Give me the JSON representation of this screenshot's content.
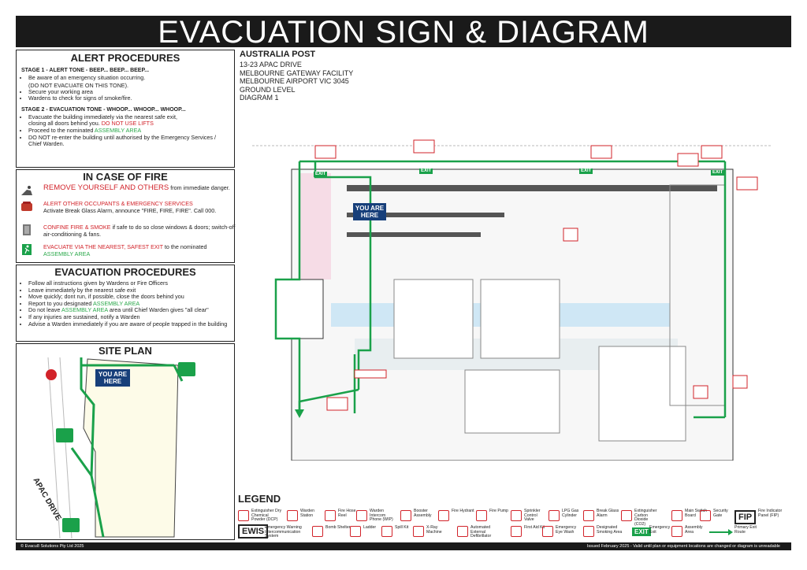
{
  "title": "EVACUATION SIGN & DIAGRAM",
  "alert": {
    "heading": "ALERT PROCEDURES",
    "stage1": "STAGE 1 - ALERT TONE  - BEEP... BEEP... BEEP...",
    "s1_items": [
      "Be aware of an emergency situation occurring.",
      "(DO NOT EVACUATE ON THIS TONE).",
      "Secure your working area",
      "Wardens to check for signs of smoke/fire."
    ],
    "stage2": "STAGE 2 -  EVACUATION TONE - WHOOP... WHOOP... WHOOP...",
    "s2_item1": "Evacuate the building immediately via the nearest safe exit,",
    "s2_item1b": "closing all doors behind you.",
    "s2_lifts": "DO NOT USE LIFTS",
    "s2_item2": "Proceed to the nominated",
    "s2_assembly": "ASSEMBLY AREA",
    "s2_item3": "DO NOT re-enter the building until authorised by the Emergency Services / Chief Warden."
  },
  "fire": {
    "heading": "IN CASE OF FIRE",
    "r1_red": "REMOVE YOURSELF AND OTHERS",
    "r1_rest": "from immediate danger.",
    "a_red": "ALERT OTHER OCCUPANTS & EMERGENCY SERVICES",
    "a_rest": "Activate Break Glass Alarm, announce \"FIRE, FIRE, FIRE\". Call 000.",
    "c_red": "CONFINE FIRE & SMOKE",
    "c_rest": "if safe to do so close windows & doors; switch-off air-conditioning & fans.",
    "e_red": "EVACUATE VIA THE NEAREST, SAFEST EXIT",
    "e_rest": "to the nominated",
    "e_assembly": "ASSEMBLY AREA"
  },
  "evac": {
    "heading": "EVACUATION PROCEDURES",
    "items": [
      "Follow all instructions given by Wardens or Fire Officers",
      "Leave immediately by the nearest safe exit",
      "Move quickly; dont run, if possible, close the doors behind you",
      "Report to you designated",
      "Do not leave",
      "If any injuries are sustained, notify a Warden",
      "Advise a Warden immediately if you are aware of people trapped in the building"
    ],
    "assembly": "ASSEMBLY AREA",
    "leave_rest": "area until Chief Warden gives \"all clear\""
  },
  "site": {
    "heading": "SITE PLAN",
    "you_are_here": "YOU ARE HERE",
    "road": "APAC DRIVE"
  },
  "post": {
    "heading": "AUSTRALIA POST",
    "lines": [
      "13-23 APAC DRIVE",
      "MELBOURNE GATEWAY FACILITY",
      "MELBOURNE AIRPORT VIC 3045",
      "GROUND LEVEL",
      "DIAGRAM 1"
    ]
  },
  "map": {
    "you_are_here": "YOU ARE HERE",
    "exit": "EXIT"
  },
  "legend": {
    "heading": "LEGEND",
    "items": [
      "Extinguisher Dry Chemical Powder (DCP)",
      "Warden Station",
      "Fire Hose Reel",
      "Warden Intercom Phone (WIP)",
      "Booster Assembly",
      "Fire Hydrant",
      "Fire Pump",
      "Sprinkler Control Valve",
      "LPG Gas Cylinder",
      "Break Glass Alarm",
      "Extinguisher Carbon Dioxide (CO2)",
      "Main Switch Board",
      "Security Gate",
      "Fire Indicator Panel (FIP)"
    ],
    "items2": [
      "Emergency Warning Intercommunication System",
      "Bomb Shelter",
      "Ladder",
      "Spill Kit",
      "X-Ray Machine",
      "Automated External Defibrillator",
      "First Aid Kit",
      "Emergency Eye Wash",
      "Designated Smoking Area",
      "Emergency Exit",
      "Assembly Area",
      "Primary Exit Route"
    ],
    "ewis": "EWIS",
    "fip": "FIP",
    "exit": "EXIT"
  },
  "footer": {
    "left": "© Evacu8 Solutions Pty Ltd 2025",
    "right": "Issued February 2025 - Valid until plan or equipment locations are changed or diagram is unreadable"
  },
  "colors": {
    "red": "#d2232a",
    "green": "#2aa84a",
    "navy": "#173f7a",
    "banner": "#1a1a1a"
  }
}
